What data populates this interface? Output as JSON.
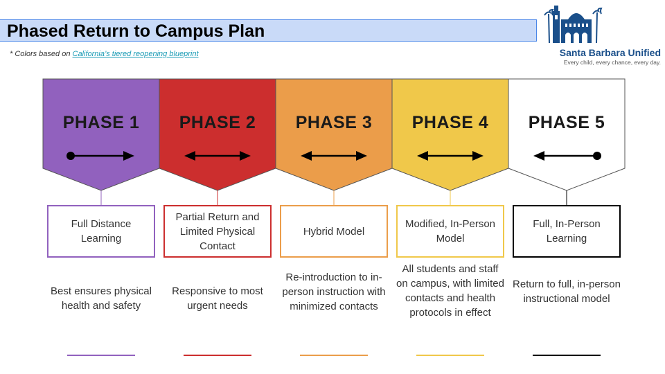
{
  "header": {
    "title": "Phased Return to Campus Plan",
    "note_prefix": "* Colors based on ",
    "note_link": "California’s tiered reopening blueprint"
  },
  "logo": {
    "name": "Santa Barbara Unified",
    "tagline": "Every child, every chance, every day."
  },
  "colors": {
    "phase1": "#9161be",
    "phase2": "#cc2e2e",
    "phase3": "#eb9d4a",
    "phase4": "#f0c84a",
    "phase5": "#ffffff",
    "outline": "#555555",
    "logo_blue": "#1a4f8a",
    "title_bg": "#c9daf8"
  },
  "phases": [
    {
      "label": "PHASE 1",
      "arrow": "dot-to-right",
      "model": "Full Distance Learning",
      "description": "Best ensures physical health and safety",
      "color": "#9161be"
    },
    {
      "label": "PHASE 2",
      "arrow": "double",
      "model": "Partial Return and Limited Physical Contact",
      "description": "Responsive to most urgent needs",
      "color": "#cc2e2e"
    },
    {
      "label": "PHASE 3",
      "arrow": "double",
      "model": "Hybrid Model",
      "description": "Re-introduction to in-person instruction with minimized contacts",
      "color": "#eb9d4a"
    },
    {
      "label": "PHASE 4",
      "arrow": "double",
      "model": "Modified, In-Person Model",
      "description": "All students and staff on campus, with limited contacts and health protocols in effect",
      "color": "#f0c84a"
    },
    {
      "label": "PHASE 5",
      "arrow": "left-to-dot",
      "model": "Full, In-Person Learning",
      "description": "Return to full, in-person instructional model",
      "color": "#ffffff"
    }
  ]
}
